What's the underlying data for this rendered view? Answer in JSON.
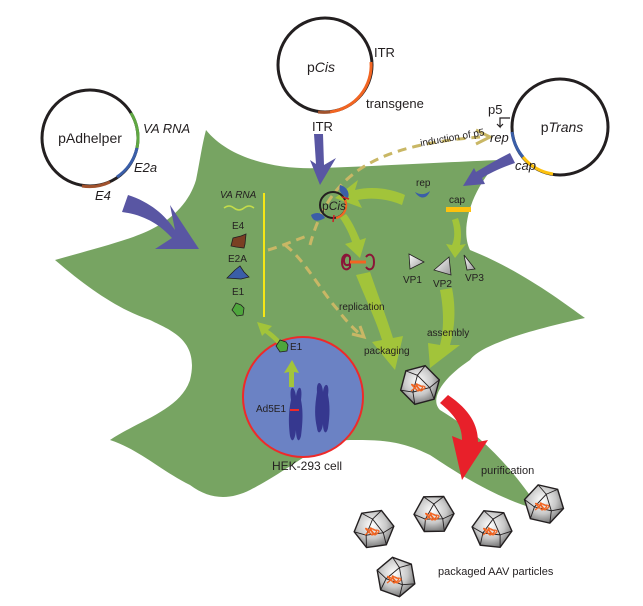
{
  "diagram": {
    "title": "AAV production in HEK-293 cells",
    "plasmids": {
      "padhelper": {
        "name": "pAdhelper",
        "genes": [
          "VA RNA",
          "E2a",
          "E4"
        ]
      },
      "pcis": {
        "name_prefix": "p",
        "name_italic": "Cis",
        "itr_top": "ITR",
        "transgene": "transgene",
        "itr_bottom": "ITR"
      },
      "ptrans": {
        "name_prefix": "p",
        "name_italic": "Trans",
        "promoter": "p5",
        "genes": [
          "rep",
          "cap"
        ]
      }
    },
    "induction_label": "induction of p5",
    "cell": {
      "label": "HEK-293 cell",
      "helper_products": {
        "va_rna": "VA RNA",
        "e4": "E4",
        "e2a": "E2A",
        "e1": "E1"
      },
      "nucleus": {
        "e1": "E1",
        "ad5e1": "Ad5E1"
      },
      "pcis_inside": {
        "prefix": "p",
        "italic": "Cis"
      },
      "rep": "rep",
      "cap": "cap",
      "vp": [
        "VP1",
        "VP2",
        "VP3"
      ],
      "steps": {
        "replication": "replication",
        "packaging": "packaging",
        "assembly": "assembly"
      }
    },
    "purification": "purification",
    "particles_label": "packaged AAV particles",
    "colors": {
      "cell": "#77a462",
      "nucleus": "#6b82c4",
      "nucleus_border": "#ee2a2a",
      "green_arrow": "#a2c43a",
      "purple_arrow": "#5956a3",
      "red_arrow": "#e8202a",
      "dashed": "#c9b765",
      "transgene": "#f26522",
      "cap_gene": "#fdc10e",
      "rep_gene": "#3a5ea8",
      "e4": "#7a3f23",
      "va_rna": "#5fa742",
      "e1": "#4ea63c"
    }
  }
}
